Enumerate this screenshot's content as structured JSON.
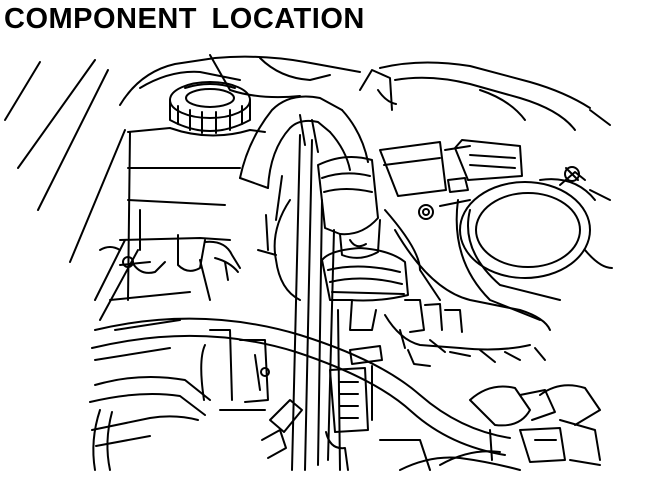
{
  "header": {
    "title": "COMPONENT  LOCATION"
  },
  "illustration": {
    "style": "black line art on white",
    "ink_color": "#000000",
    "paper_color": "#ffffff",
    "components": [
      "radiator-cap",
      "upper-radiator-hose",
      "electrical-connector",
      "throttle-body-air-duct",
      "air-cleaner-housing",
      "wiring-harness",
      "engine-block",
      "lower-hoses"
    ]
  }
}
